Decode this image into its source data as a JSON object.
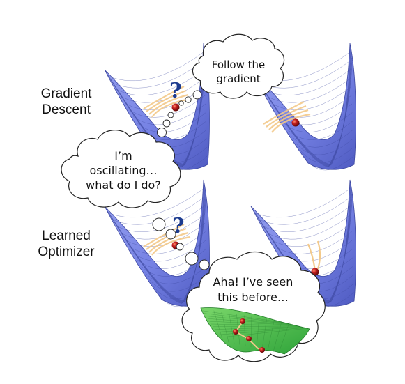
{
  "labels": {
    "gradient_descent": [
      "Gradient",
      "Descent"
    ],
    "learned_optimizer": [
      "Learned",
      "Optimizer"
    ]
  },
  "bubbles": {
    "follow": [
      "Follow the",
      "gradient"
    ],
    "oscillating": [
      "I’m",
      "oscillating…",
      "what do I do?"
    ],
    "aha": [
      "Aha! I’ve seen",
      "this before…"
    ]
  },
  "question_mark": "?",
  "colors": {
    "surface": "#7c88e8",
    "surface_dark": "#4a56b8",
    "mesh": "#3c47a0",
    "path": "#f3c98a",
    "ball": "#b01818",
    "bubble_fill": "#ffffff",
    "bubble_stroke": "#222222",
    "green_surface": "#4ec24a",
    "question": "#1c3b8f"
  }
}
